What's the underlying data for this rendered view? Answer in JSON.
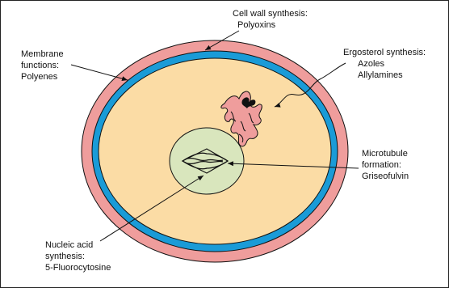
{
  "diagram": {
    "colors": {
      "cell_wall": "#ef9d9c",
      "membrane": "#1a9bd7",
      "cytoplasm": "#fbdca5",
      "nucleus": "#d9e6bd",
      "outline": "#111111"
    },
    "labels": {
      "cell_wall": {
        "line1": "Cell wall synthesis:",
        "line2": "Polyoxins"
      },
      "membrane": {
        "line1": "Membrane",
        "line2": "functions:",
        "line3": "Polyenes"
      },
      "ergosterol": {
        "line1": "Ergosterol synthesis:",
        "line2": "Azoles",
        "line3": "Allylamines"
      },
      "microtubule": {
        "line1": "Microtubule",
        "line2": "formation:",
        "line3": "Griseofulvin"
      },
      "nucleic": {
        "line1": "Nucleic acid",
        "line2": "synthesis:",
        "line3": "5-Fluorocytosine"
      }
    }
  }
}
